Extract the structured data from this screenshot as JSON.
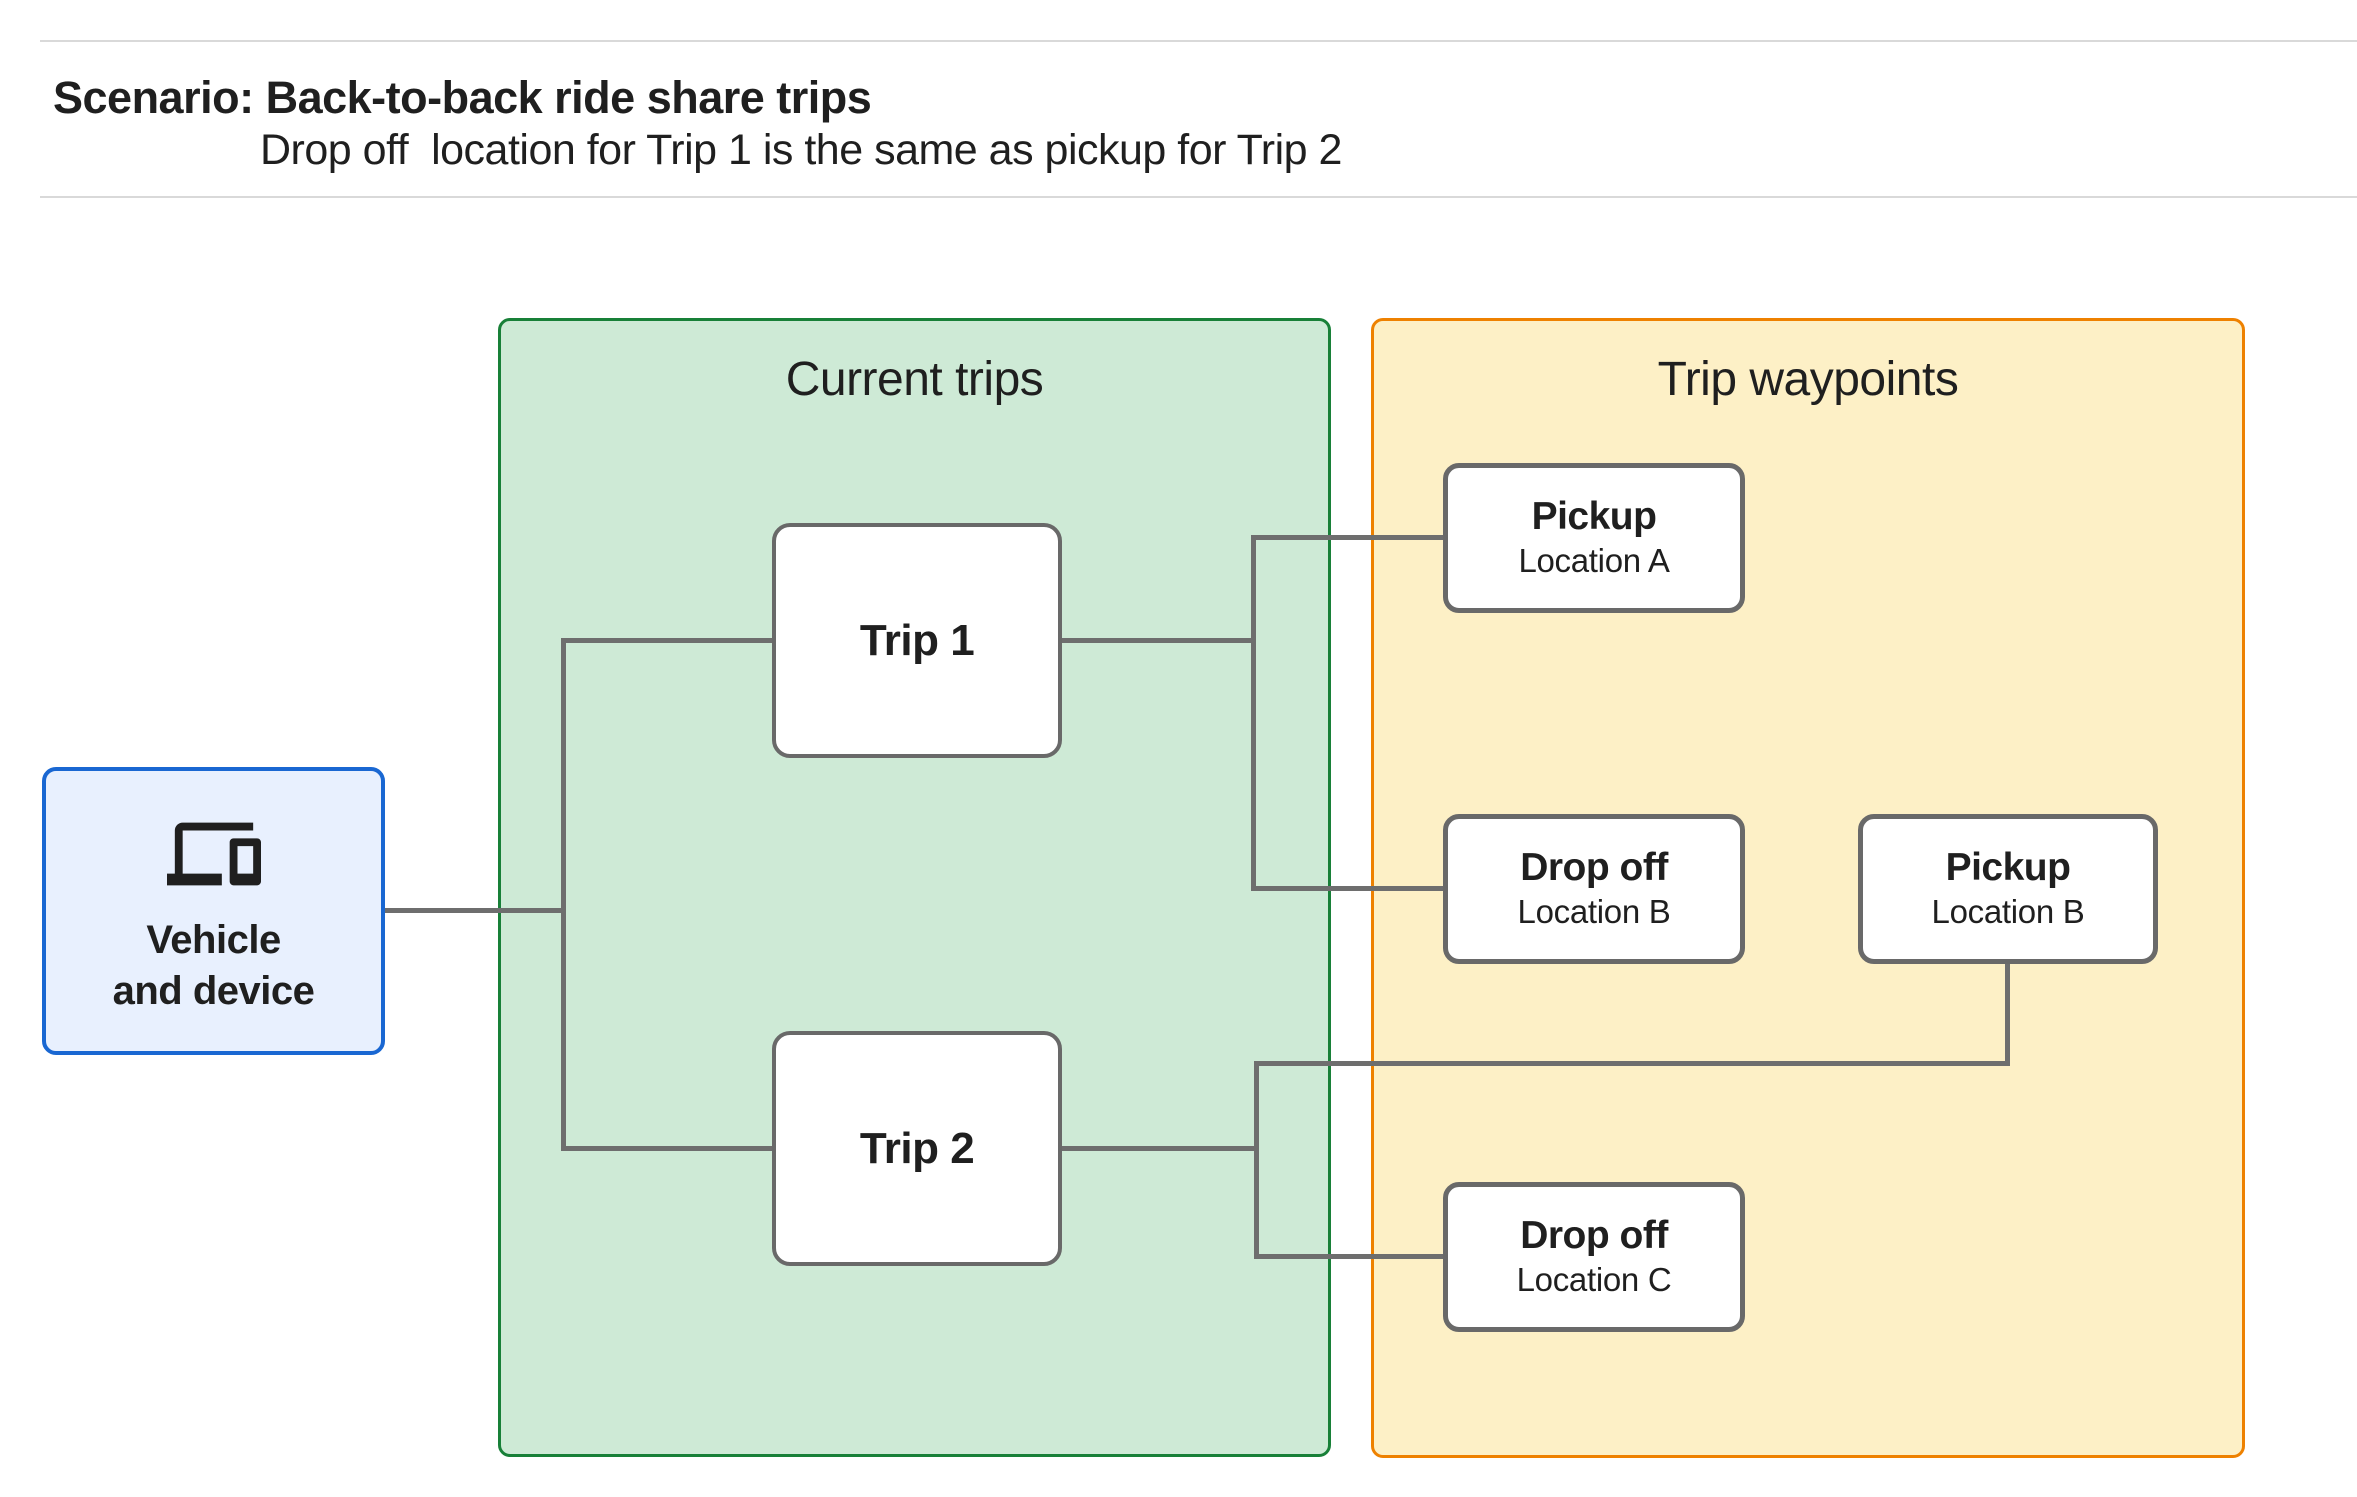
{
  "header": {
    "title": "Scenario: Back-to-back ride share trips",
    "subtitle": "Drop off  location for Trip 1 is the same as pickup for Trip 2"
  },
  "groups": {
    "current_trips": {
      "label": "Current trips"
    },
    "trip_waypoints": {
      "label": "Trip waypoints"
    }
  },
  "vehicle": {
    "icon": "devices-icon",
    "label_line1": "Vehicle",
    "label_line2": "and device"
  },
  "trips": [
    {
      "label": "Trip 1"
    },
    {
      "label": "Trip 2"
    }
  ],
  "waypoints": [
    {
      "title": "Pickup",
      "location": "Location A"
    },
    {
      "title": "Drop off",
      "location": "Location B"
    },
    {
      "title": "Pickup",
      "location": "Location B"
    },
    {
      "title": "Drop off",
      "location": "Location C"
    }
  ],
  "colors": {
    "rule": "#D9D9D9",
    "text": "#1F1F1F",
    "connector": "#6E6E6E",
    "node_border": "#696969",
    "node_fill": "#FFFFFF",
    "green_fill": "#CEEAD6",
    "green_border": "#188038",
    "yellow_fill": "#FDF0C6",
    "yellow_border": "#EE8100",
    "blue_fill": "#E8F0FE",
    "blue_border": "#1967D2"
  }
}
